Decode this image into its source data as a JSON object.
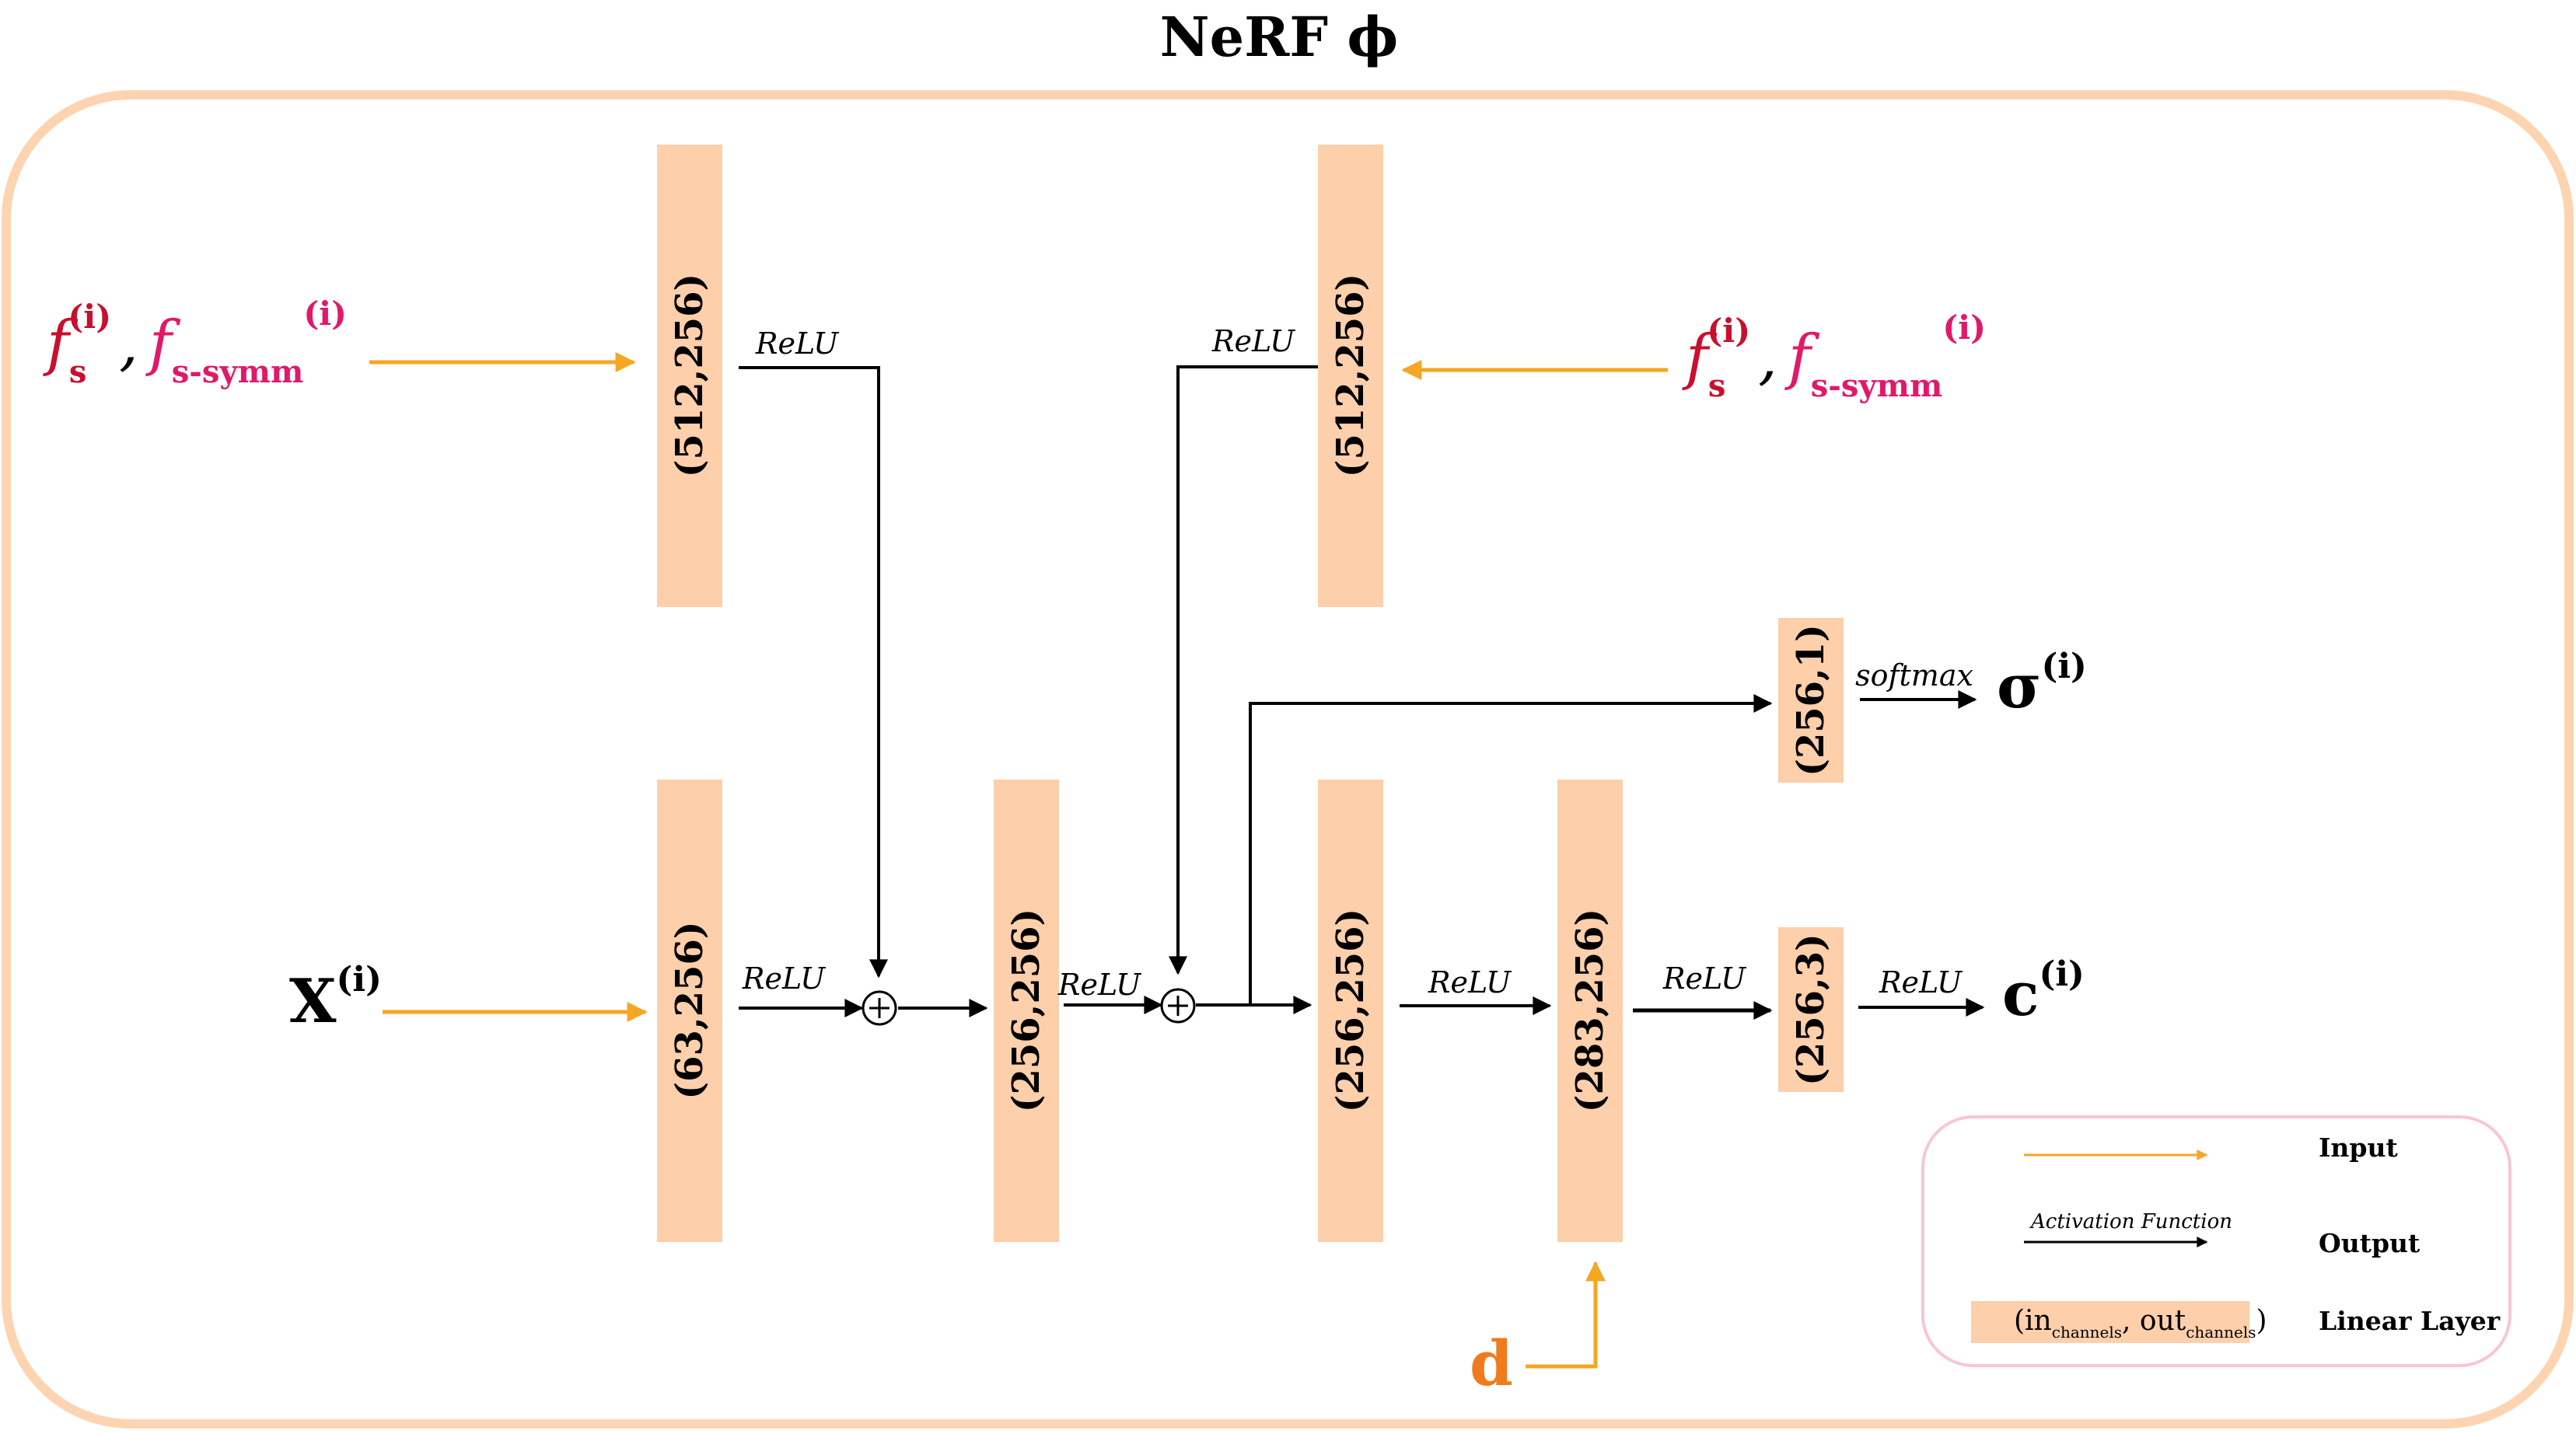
{
  "title": "NeRF ϕ",
  "colors": {
    "frame": "#fdd4b2",
    "layer_fill": "#fdcfab",
    "input_arrow": "#f5a623",
    "arrow": "#000000",
    "fs_color": "#c8102e",
    "fsym_color": "#e0196b",
    "d_color": "#f07a1e",
    "legend_border": "#f7c6d6"
  },
  "layers": {
    "fs_top_left": "(512,256)",
    "fs_top_right": "(512,256)",
    "x_in": "(63,256)",
    "mid1": "(256,256)",
    "mid2": "(256,256)",
    "dir": "(283,256)",
    "sigma": "(256,1)",
    "rgb": "(256,3)"
  },
  "activations": {
    "fs_left": "ReLU",
    "fs_right": "ReLU",
    "x": "ReLU",
    "mid1": "ReLU",
    "mid2": "ReLU",
    "dir": "ReLU",
    "rgb": "ReLU",
    "sigma": "softmax"
  },
  "inputs": {
    "x": {
      "main": "X",
      "sup": "(i)"
    },
    "f_s": {
      "main": "f",
      "sub": "s",
      "sup": "(i)"
    },
    "comma": ",",
    "f_symm": {
      "main": "f",
      "sub": "s-symm",
      "sup": "(i)"
    },
    "d": "d"
  },
  "outputs": {
    "sigma": {
      "main": "σ",
      "sup": "(i)"
    },
    "c": {
      "main": "c",
      "sup": "(i)"
    }
  },
  "legend": {
    "input_label": "Input",
    "activation_text": "Activation Function",
    "output_label": "Output",
    "layer_in": "(in",
    "layer_in_sub": "channels",
    "layer_sep": ", out",
    "layer_out_sub": "channels",
    "layer_close": ")",
    "layer_label": "Linear Layer"
  }
}
